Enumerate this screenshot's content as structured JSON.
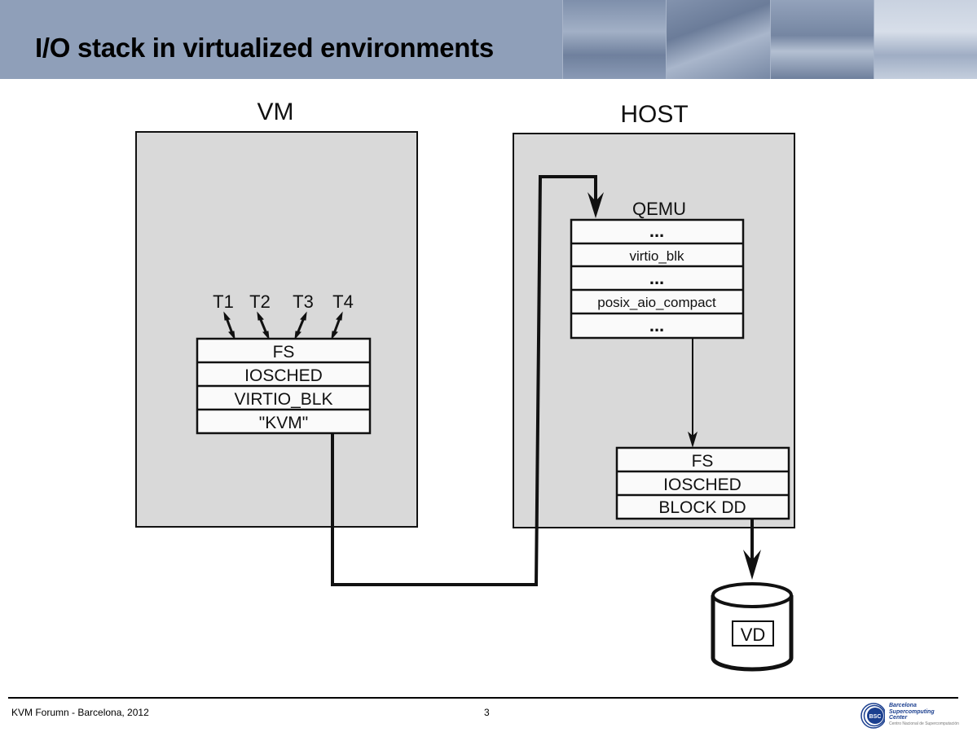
{
  "slide": {
    "title": "I/O stack in virtualized environments",
    "footer_left": "KVM Forumn - Barcelona, 2012",
    "page_number": "3",
    "logo": {
      "abbrev": "BSC",
      "line1": "Barcelona",
      "line2": "Supercomputing",
      "line3": "Center",
      "subtitle": "Centro Nacional de Supercomputación"
    }
  },
  "diagram": {
    "vm": {
      "label": "VM",
      "threads": [
        "T1",
        "T2",
        "T3",
        "T4"
      ],
      "stack": [
        "FS",
        "IOSCHED",
        "VIRTIO_BLK",
        "\"KVM\""
      ]
    },
    "host": {
      "label": "HOST",
      "qemu": {
        "label": "QEMU",
        "stack": [
          "...",
          "virtio_blk",
          "...",
          "posix_aio_compact",
          "..."
        ]
      },
      "kernel_stack": [
        "FS",
        "IOSCHED",
        "BLOCK DD"
      ]
    },
    "disk": {
      "label": "VD"
    }
  },
  "colors": {
    "header_band": "#8f9fb9",
    "container_fill": "#d9d9d9",
    "layer_fill": "#fafafa",
    "stroke": "#111111"
  }
}
